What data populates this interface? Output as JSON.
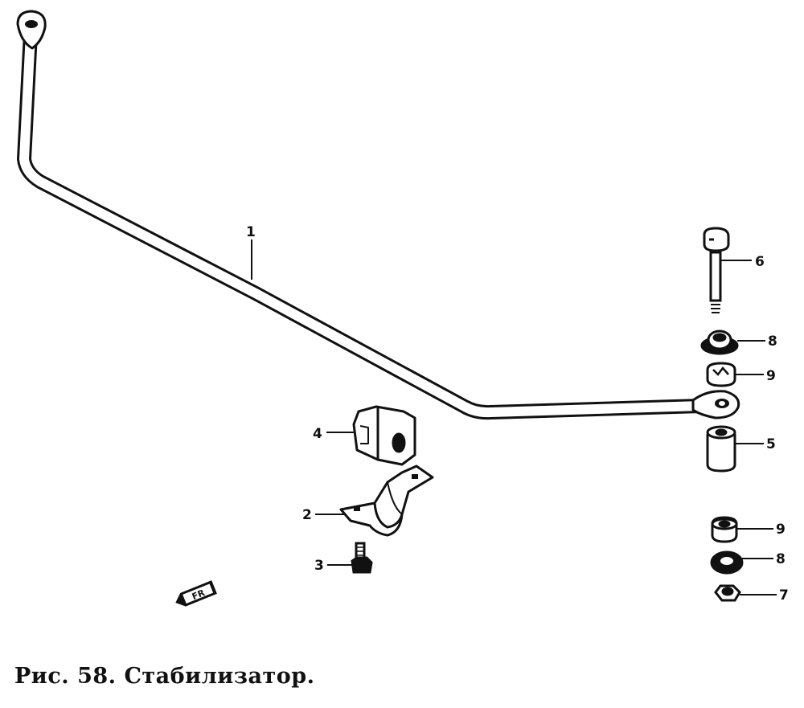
{
  "caption": "Рис. 58. Стабилизатор.",
  "callouts": {
    "part_1": "1",
    "part_2": "2",
    "part_3": "3",
    "part_4": "4",
    "part_5_bolt": "6",
    "part_5_sleeve": "5",
    "part_8_upper": "8",
    "part_9_upper": "9",
    "part_9_lower": "9",
    "part_8_lower": "8",
    "part_7": "7"
  },
  "badge": {
    "text": "FR"
  },
  "colors": {
    "line": "#111111",
    "background": "#ffffff"
  }
}
